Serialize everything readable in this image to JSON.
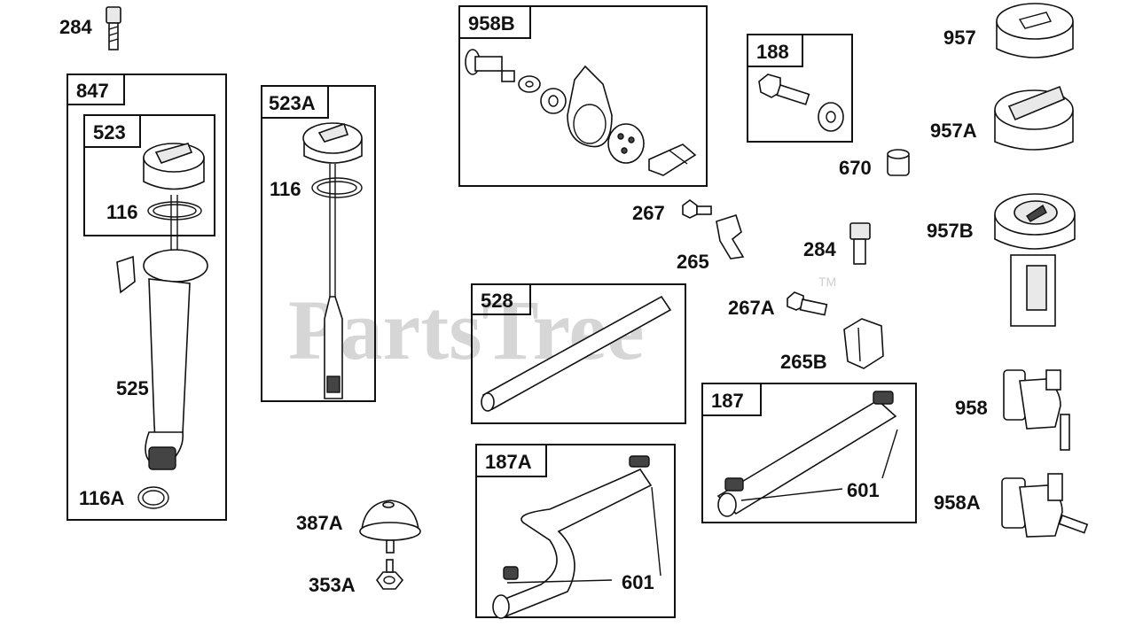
{
  "watermark": {
    "text": "PartsTree",
    "trademark": "TM"
  },
  "boxes": {
    "b847": "847",
    "b523": "523",
    "b523A": "523A",
    "b958B": "958B",
    "b188": "188",
    "b528": "528",
    "b187A": "187A",
    "b187": "187"
  },
  "labels": {
    "l284a": "284",
    "l116a": "116",
    "l525": "525",
    "l116A": "116A",
    "l116b": "116",
    "l387A": "387A",
    "l353A": "353A",
    "l267": "267",
    "l265": "265",
    "l284b": "284",
    "l267A": "267A",
    "l265B": "265B",
    "l670": "670",
    "l957": "957",
    "l957A": "957A",
    "l957B": "957B",
    "l958": "958",
    "l958A": "958A",
    "l601a": "601",
    "l601b": "601"
  }
}
